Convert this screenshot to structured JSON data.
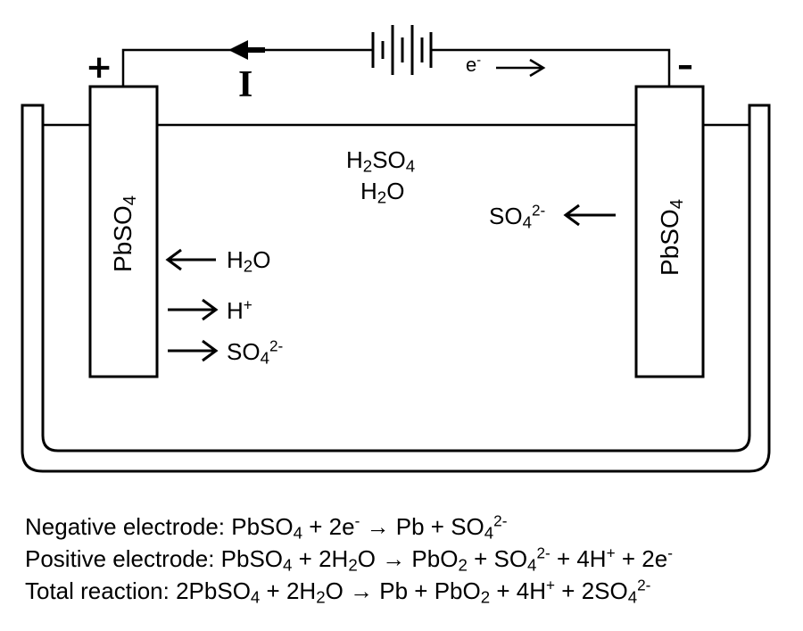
{
  "diagram": {
    "polarity": {
      "positive": "+",
      "negative": "–"
    },
    "current_label": "I",
    "electron_label": {
      "base": "e",
      "sup": "-"
    },
    "electrolyte": [
      {
        "base": "H",
        "sub": "2",
        "tail": "SO",
        "sub2": "4"
      },
      {
        "base": "H",
        "sub": "2",
        "tail": "O"
      }
    ],
    "left_electrode": {
      "label": "PbSO",
      "sub": "4"
    },
    "right_electrode": {
      "label": "PbSO",
      "sub": "4"
    },
    "left_species": [
      {
        "base": "H",
        "sub": "2",
        "tail": "O",
        "direction": "in"
      },
      {
        "base": "H",
        "sup": "+",
        "direction": "out"
      },
      {
        "base": "SO",
        "sub": "4",
        "sup": "2-",
        "direction": "out"
      }
    ],
    "right_species": {
      "base": "SO",
      "sub": "4",
      "sup": "2-",
      "direction": "out"
    }
  },
  "equations": {
    "negative": {
      "prefix": "Negative electrode: PbSO",
      "s1": "4",
      "m1": " + 2e",
      "p1": "-",
      "m2": " → Pb + SO",
      "s2": "4",
      "p2": "2-"
    },
    "positive": {
      "prefix": "Positive electrode: PbSO",
      "s1": "4",
      "m1": " + 2H",
      "s2": "2",
      "m2": "O → PbO",
      "s3": "2",
      "m3": " + SO",
      "s4": "4",
      "p1": "2-",
      "m4": " + 4H",
      "p2": "+",
      "m5": " + 2e",
      "p3": "-"
    },
    "total": {
      "prefix": "Total reaction:  2PbSO",
      "s1": "4",
      "m1": " + 2H",
      "s2": "2",
      "m2": "O → Pb + PbO",
      "s3": "2",
      "m3": " + 4H",
      "p1": "+",
      "m4": " + 2SO",
      "s4": "4",
      "p2": "2-"
    }
  }
}
